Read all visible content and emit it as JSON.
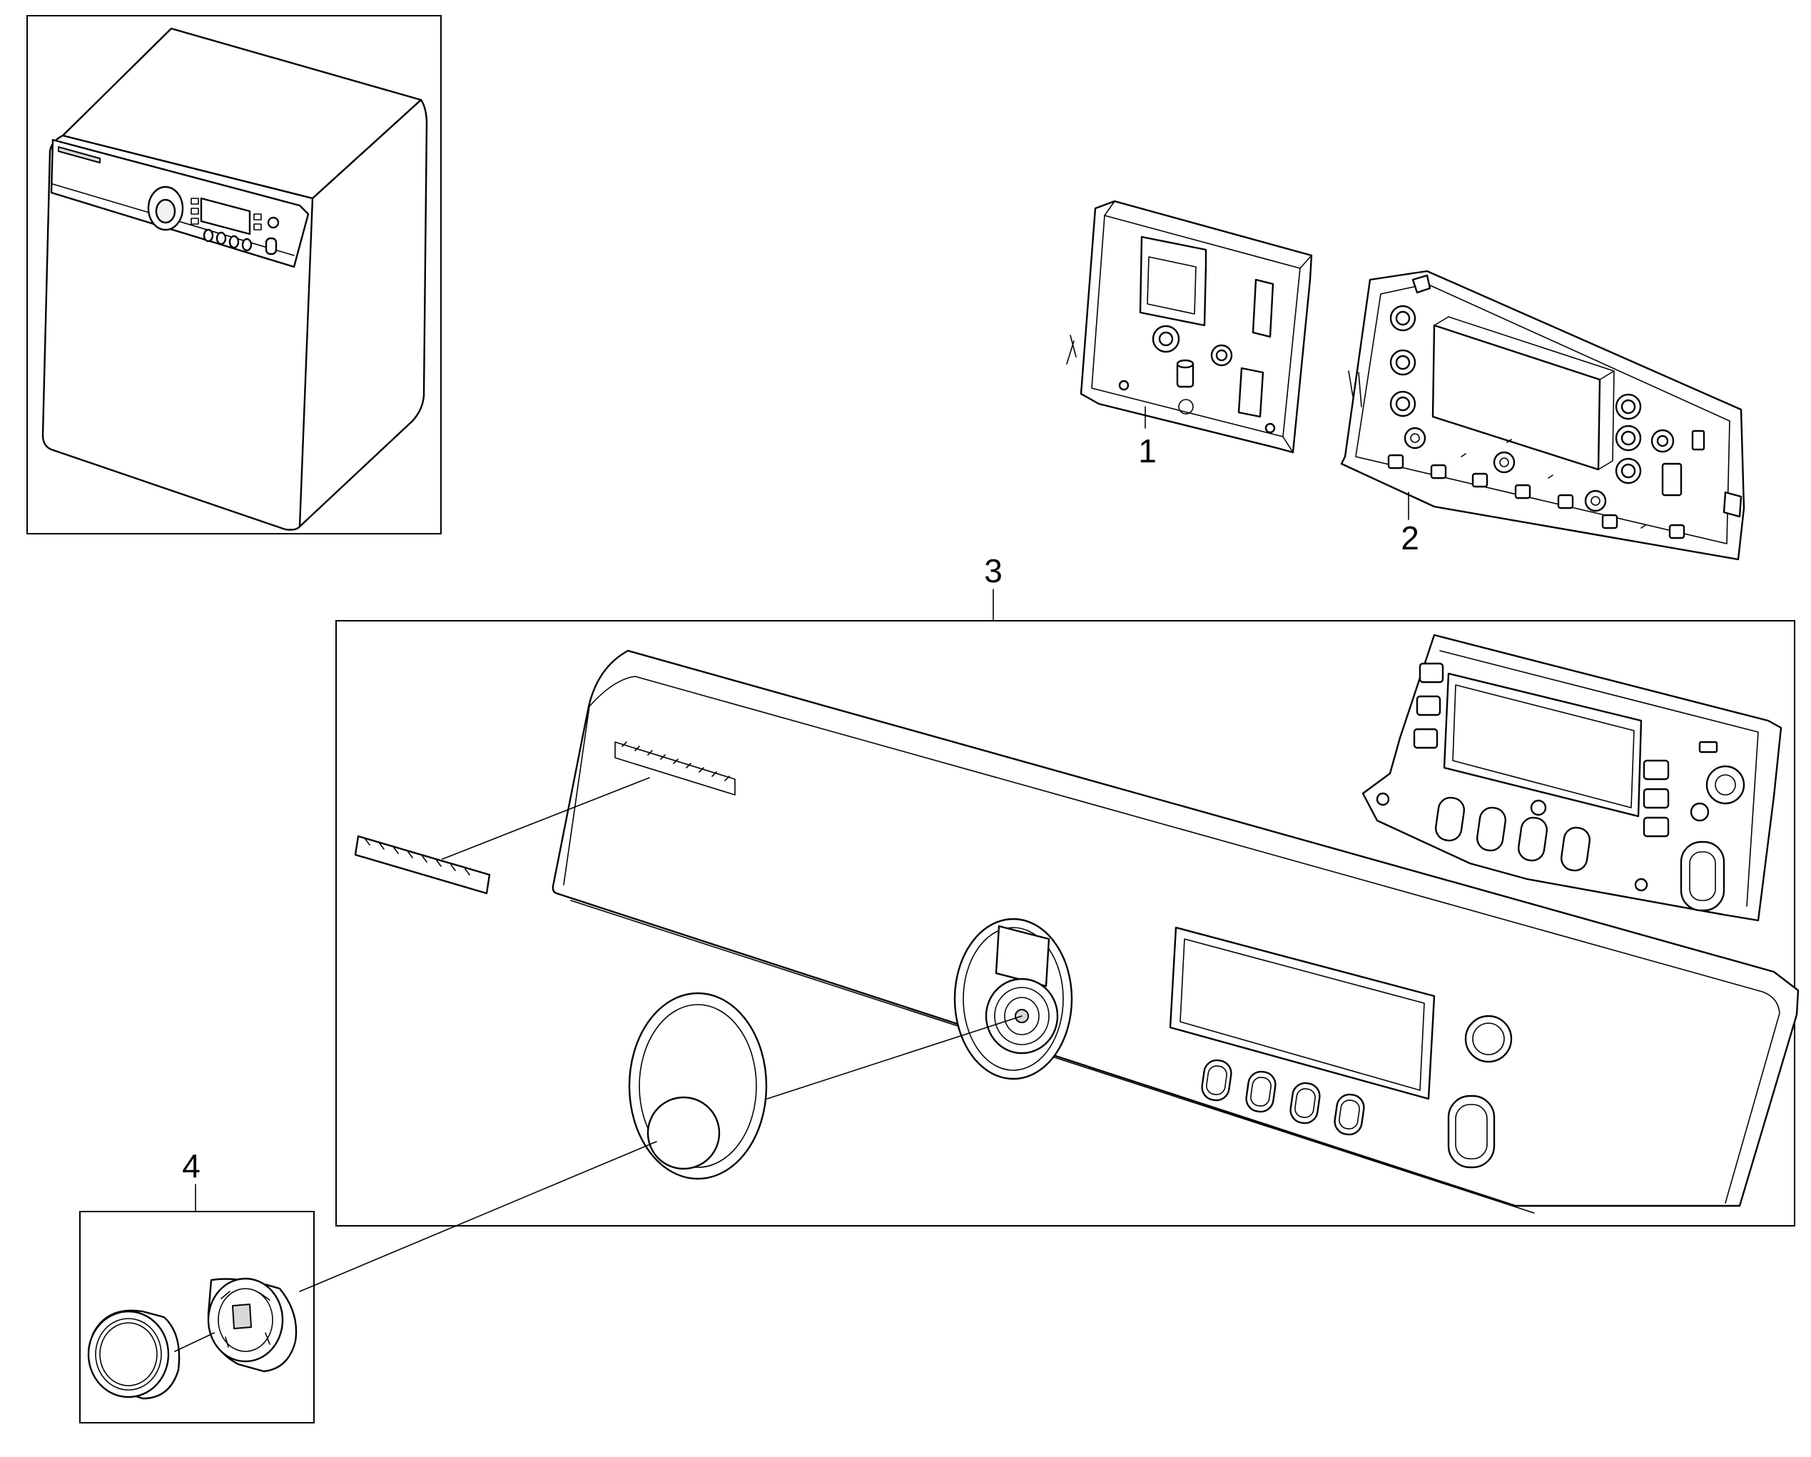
{
  "callouts": [
    {
      "number": "1",
      "part": "display-pcb-module"
    },
    {
      "number": "2",
      "part": "main-pcb-module"
    },
    {
      "number": "3",
      "part": "control-panel-assembly"
    },
    {
      "number": "4",
      "part": "knob-assembly"
    }
  ],
  "colors": {
    "line": "#000000",
    "background": "#ffffff",
    "shade": "#d9d9d9"
  }
}
